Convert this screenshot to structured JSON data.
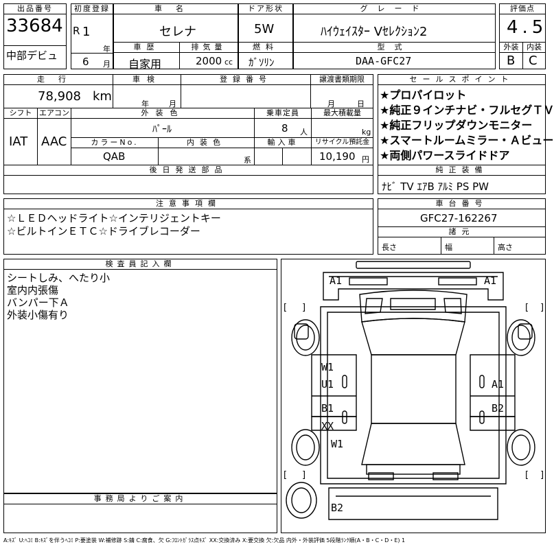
{
  "header": {
    "lot_no_label": "出品番号",
    "lot_no": "33684",
    "debut": "中部デビュ",
    "first_reg_label": "初度登録",
    "era": "R",
    "year": "1",
    "year_unit": "年",
    "month": "6",
    "month_unit": "月",
    "car_name_label": "車名",
    "car_name": "セレナ",
    "history_label": "車歴",
    "history": "自家用",
    "displacement_label": "排気量",
    "displacement": "2000",
    "displacement_unit": "cc",
    "door_label": "ドア形状",
    "door": "5W",
    "fuel_label": "燃料",
    "fuel": "ｶﾞｿﾘﾝ",
    "grade_label": "グレード",
    "grade": "ﾊｲｳｪｲｽﾀｰ Vｾﾚｸｼｮﾝ2",
    "model_label": "型式",
    "model": "DAA-GFC27",
    "score_label": "評価点",
    "score": "4.5",
    "exterior_label": "外装",
    "exterior": "B",
    "interior_label": "内装",
    "interior": "C"
  },
  "row2": {
    "mileage_label": "走行",
    "mileage": "78,908",
    "mileage_unit": "km",
    "inspection_label": "車検",
    "inspection_year_unit": "年",
    "inspection_month_unit": "月",
    "reg_no_label": "登録番号",
    "transfer_label": "譲渡書類期限",
    "transfer_month_unit": "月",
    "transfer_day_unit": "日",
    "shift_label": "シフト",
    "shift": "IAT",
    "ac_label": "エアコン",
    "ac": "AAC",
    "ext_color_label": "外装色",
    "ext_color": "ﾊﾟｰﾙ",
    "capacity_label": "乗車定員",
    "capacity": "8",
    "capacity_unit": "人",
    "max_load_label": "最大積載量",
    "max_load_unit": "kg",
    "color_no_label": "カラーNo.",
    "color_no": "QAB",
    "int_color_label": "内装色",
    "int_color_unit": "系",
    "import_label": "輸入車",
    "recycle_label": "リサイクル預託金",
    "recycle": "10,190",
    "recycle_unit": "円",
    "later_parts_label": "後日発送部品"
  },
  "sales_points": {
    "label": "セールスポイント",
    "items": [
      "★プロパイロット",
      "★純正９インチナビ・フルセグＴＶ",
      "★純正フリップダウンモニター",
      "★スマートルームミラー・Ａビュー",
      "★両側パワースライドドア"
    ]
  },
  "equipment": {
    "label": "純正装備",
    "value": "ﾅﾋﾞ TV ｴｱB ｱﾙﾐ PS PW"
  },
  "notes": {
    "label": "注意事項欄",
    "lines": [
      "☆ＬＥＤヘッドライト☆インテリジェントキー",
      "☆ビルトインＥＴＣ☆ドライブレコーダー"
    ]
  },
  "chassis": {
    "label": "車台番号",
    "value": "GFC27-162267",
    "dims_label": "諸元",
    "length_label": "長さ",
    "width_label": "幅",
    "height_label": "高さ"
  },
  "inspector": {
    "label": "検査員記入欄",
    "lines": [
      "シートしみ、へたり小",
      "室内内張傷",
      "バンパー下Ａ",
      "外装小傷有り"
    ]
  },
  "office": {
    "label": "事務局よりご案内"
  },
  "diagram": {
    "marks": {
      "front_left": "A1",
      "front_right": "A1",
      "door_fl": "W1",
      "door_fl2": "U1",
      "door_rl": "B1",
      "door_rl2": "XX",
      "sill_left": "W1",
      "door_fr": "A1",
      "door_rr": "B2",
      "rear": "B2"
    }
  },
  "legend": "A:ｷｽﾞ U:ﾍｺﾐ B:ｷｽﾞを伴うﾍｺﾐ P:要塗装 W:補修跡 S:錆 C:腐食、欠 G:ﾌﾛﾝﾄｶﾞﾗｽ点ｷｽﾞ XX:交換済み X:要交換 欠:欠品 内外・外装評価 5段階ﾗﾝｸ順(A・B・C・D・E) 1"
}
